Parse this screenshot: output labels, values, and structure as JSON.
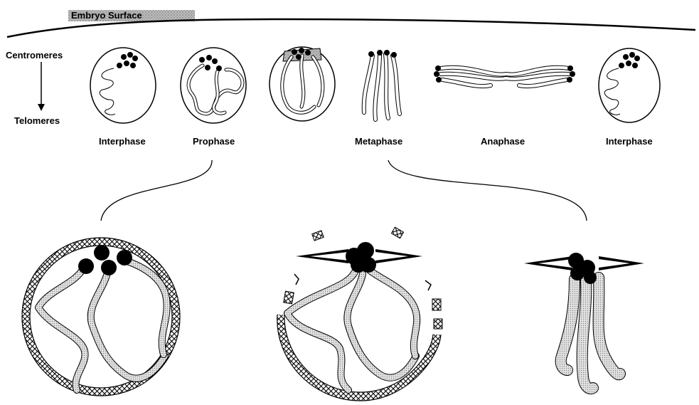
{
  "header": {
    "surface_label": "Embryo Surface"
  },
  "axis": {
    "top_label": "Centromeres",
    "bottom_label": "Telomeres"
  },
  "stages": [
    {
      "label": "Interphase"
    },
    {
      "label": "Prophase"
    },
    {
      "label": ""
    },
    {
      "label": "Metaphase"
    },
    {
      "label": "Anaphase"
    },
    {
      "label": "Interphase"
    }
  ],
  "colors": {
    "ink": "#000000",
    "chromosome_fill": "#d4d4d4",
    "background": "#ffffff"
  },
  "icons": [
    "centromere-dot",
    "down-arrow-icon",
    "spindle-arrow-icon",
    "nuclear-envelope-crosshatch"
  ]
}
